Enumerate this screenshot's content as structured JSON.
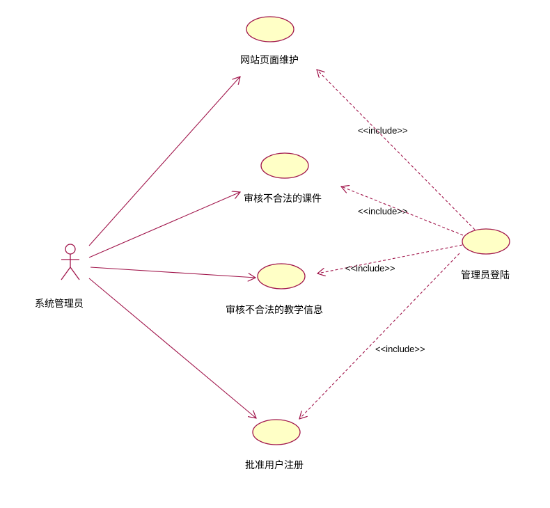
{
  "actor": {
    "name": "系统管理员"
  },
  "use_cases": {
    "website_maintenance": "网站页面维护",
    "review_courseware": "审核不合法的课件",
    "review_teaching_info": "审核不合法的教学信息",
    "approve_registration": "批准用户注册",
    "admin_login": "管理员登陆"
  },
  "relations": {
    "include_label": "<<include>>"
  },
  "colors": {
    "line": "#a0144a",
    "usecase_fill": "#ffffc6",
    "usecase_stroke": "#a0144a"
  }
}
